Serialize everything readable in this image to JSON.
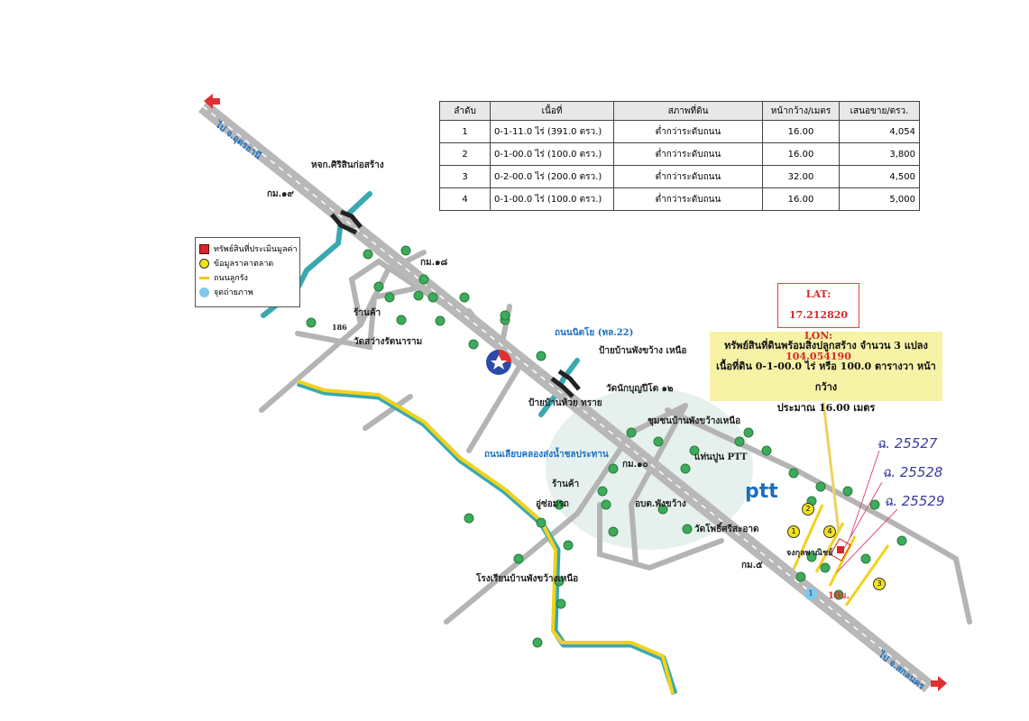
{
  "table": {
    "headers": [
      "ลำดับ",
      "เนื้อที่",
      "สภาพที่ดิน",
      "หน้ากว้าง/เมตร",
      "เสนอขาย/ตรว."
    ],
    "rows": [
      [
        "1",
        "0-1-11.0 ไร่ (391.0 ตรว.)",
        "ต่ำกว่าระดับถนน",
        "16.00",
        "4,054"
      ],
      [
        "2",
        "0-1-00.0 ไร่ (100.0 ตรว.)",
        "ต่ำกว่าระดับถนน",
        "16.00",
        "3,800"
      ],
      [
        "3",
        "0-2-00.0 ไร่ (200.0 ตรว.)",
        "ต่ำกว่าระดับถนน",
        "32.00",
        "4,500"
      ],
      [
        "4",
        "0-1-00.0 ไร่ (100.0 ตรว.)",
        "ต่ำกว่าระดับถนน",
        "16.00",
        "5,000"
      ]
    ]
  },
  "legend": {
    "items": [
      {
        "label": "ทรัพย์สินที่ประเมินมูลค่า",
        "color": "#d9262b"
      },
      {
        "label": "ข้อมูลราคาตลาด",
        "color": "#f2e21a"
      },
      {
        "label": "ถนนลูกรัง",
        "color": "#f2c81a"
      },
      {
        "label": "จุดถ่ายภาพ",
        "color": "#7fc8e8"
      }
    ]
  },
  "coords": {
    "lat": "LAT: 17.212820",
    "lon": "LON: 104.054190"
  },
  "subject_box": {
    "line1": "ทรัพย์สินที่ดินพร้อมสิ่งปลูกสร้าง จำนวน 3 แปลง",
    "line2": "เนื้อที่ดิน 0-1-00.0 ไร่ หรือ 100.0 ตารางวา หน้ากว้าง",
    "line3": "ประมาณ 16.00 เมตร"
  },
  "deeds": [
    "ฉ. 25527",
    "ฉ. 25528",
    "ฉ. 25529"
  ],
  "labels": {
    "to_udon": "ไป จ.อุดรธานี",
    "to_sakon": "ไป จ.สกลนคร",
    "company": "หจก.ศิริสินก่อสร้าง",
    "km19": "กม.๑๙",
    "km18": "กม.๑๘",
    "shop1": "ร้านค้า",
    "road186": "186",
    "temple1": "วัดสว่างรัตนาราม",
    "highway": "ถนนนิตโย (ทล.22)",
    "sign_north": "ป้ายบ้านพังขว้าง เหนือ",
    "sign_huai": "ป้ายบ้านห้วย ทราย",
    "church": "วัดนักบุญปีโต ๑๒",
    "community": "ชุมชนบ้านพังขว้างเหนือ",
    "canal_road": "ถนนเลียบคลองส่งน้ำชลประทาน",
    "km10": "กม.๑๐",
    "ptt_base": "แท่นปูน PTT",
    "shop2": "ร้านค้า",
    "garage": "อู่ซ่อมรถ",
    "sao": "อบต.พังขว้าง",
    "temple2": "วัดโพธิ์ศรีสะอาด",
    "km5": "กม.๕",
    "school": "โรงเรียนบ้านพังขว้างเหนือ",
    "ptt": "ptt",
    "store": "จงกุลพาณิชย์",
    "distance": "10ม.",
    "markers": [
      "1",
      "2",
      "3",
      "4"
    ],
    "photo_point": "1"
  }
}
